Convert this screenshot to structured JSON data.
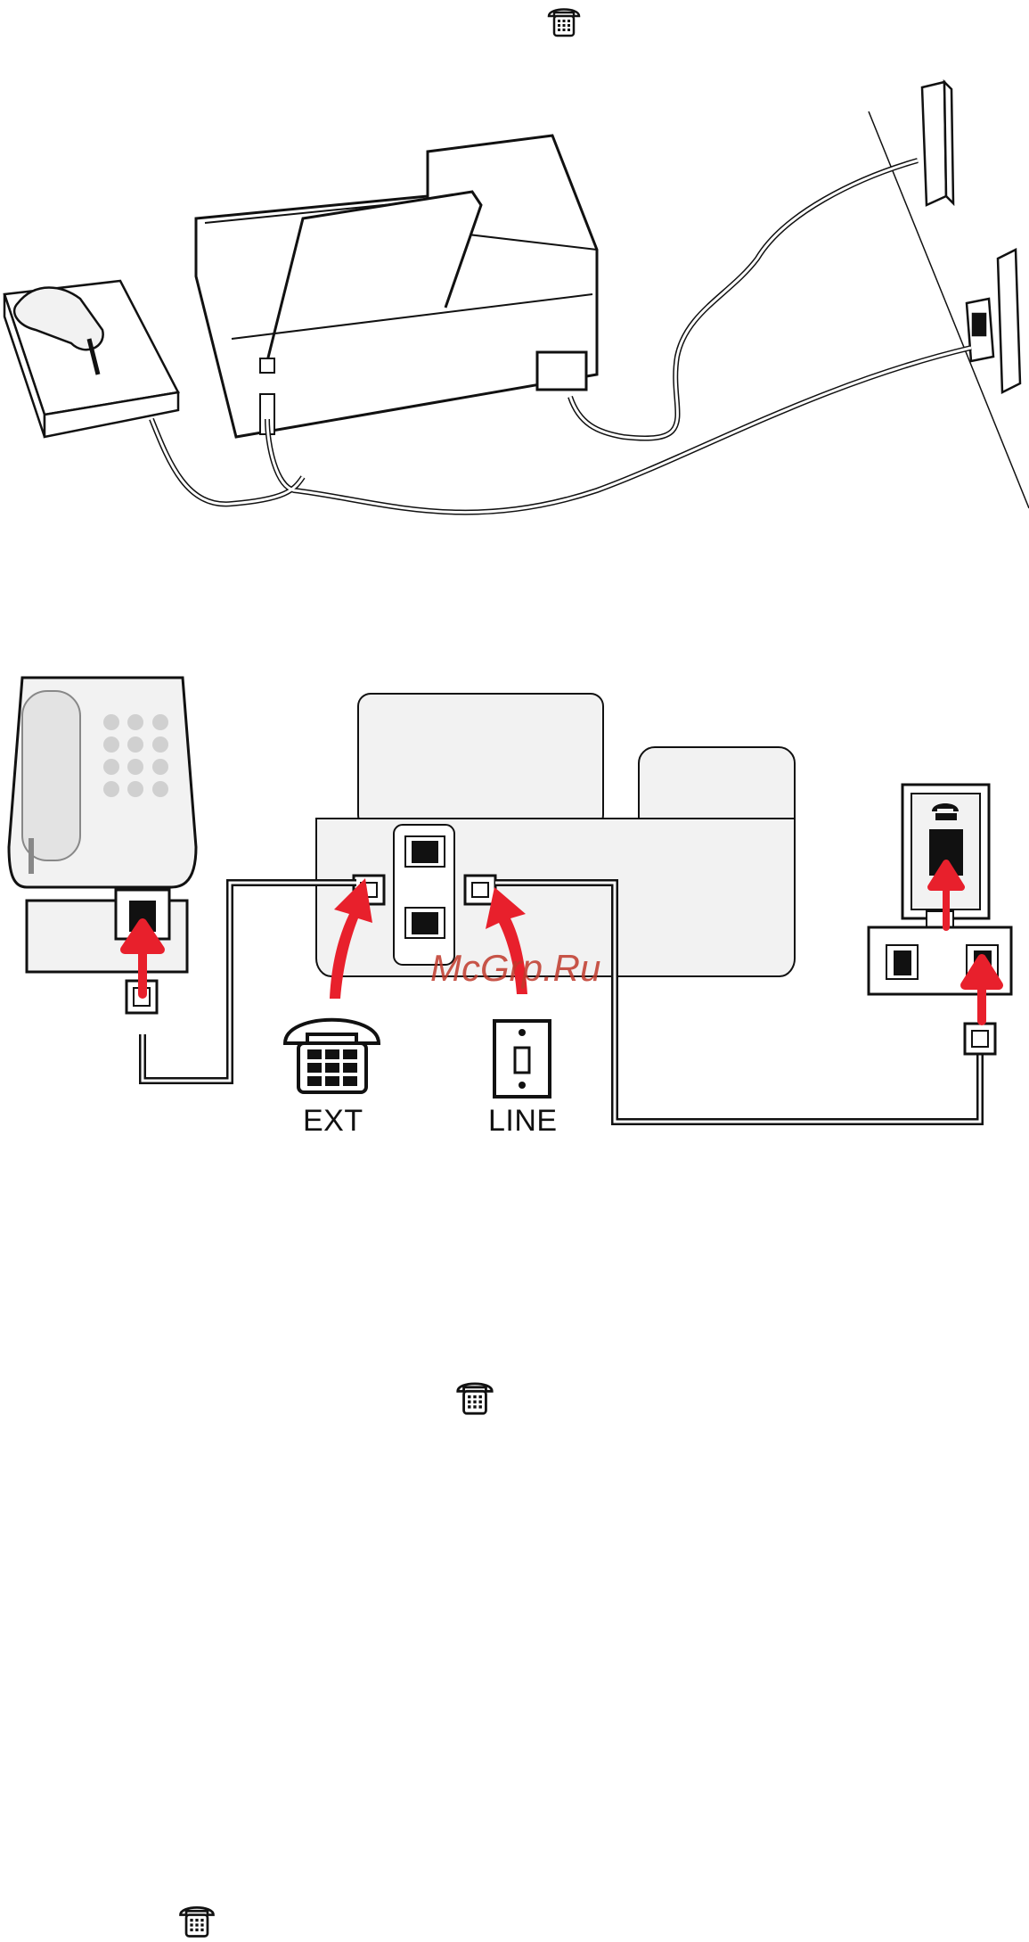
{
  "labels": {
    "ext": "EXT",
    "line": "LINE"
  },
  "watermark": "McGrp.Ru",
  "icons": {
    "inline_phone": "telephone-icon"
  },
  "colors": {
    "arrow": "#e8202c",
    "stroke": "#111111",
    "fill_light": "#f2f2f2",
    "fill_mid": "#e3e3e3",
    "watermark": "#c0392b"
  }
}
